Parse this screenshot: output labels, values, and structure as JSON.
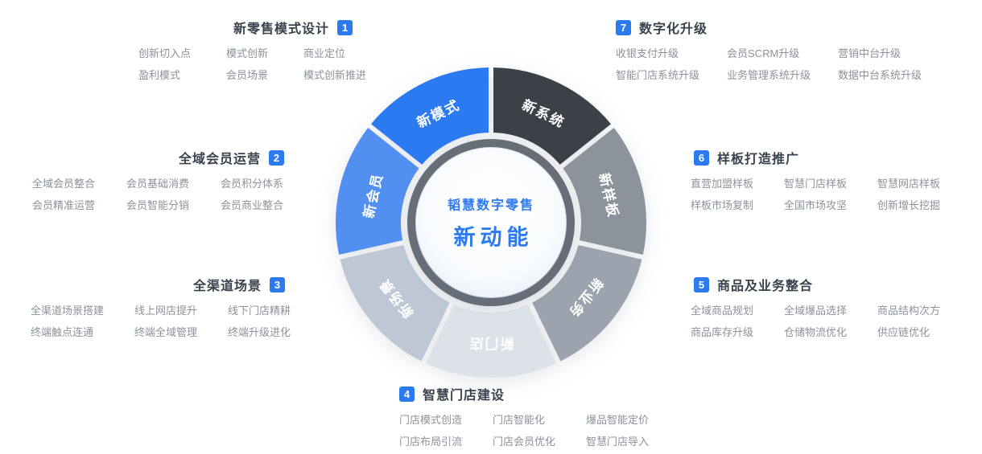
{
  "accent_color": "#2b7af0",
  "wheel": {
    "ring_color": "#696e76",
    "center": {
      "line1": "韬慧数字零售",
      "line2": "新动能"
    },
    "segments": [
      {
        "label": "新系统",
        "color": "#3c4148"
      },
      {
        "label": "新样板",
        "color": "#8c939c"
      },
      {
        "label": "新业务",
        "color": "#9ba3ae"
      },
      {
        "label": "新门店",
        "color": "#dde2e9"
      },
      {
        "label": "新场景",
        "color": "#bdc7d5"
      },
      {
        "label": "新会员",
        "color": "#5190f0"
      },
      {
        "label": "新模式",
        "color": "#2b7af0"
      }
    ]
  },
  "blocks": [
    {
      "number": "1",
      "title": "新零售模式设计",
      "items": [
        "创新切入点",
        "模式创新",
        "商业定位",
        "盈利模式",
        "会员场景",
        "模式创新推进"
      ]
    },
    {
      "number": "2",
      "title": "全域会员运营",
      "items": [
        "全域会员整合",
        "会员基础消费",
        "会员积分体系",
        "会员精准运营",
        "会员智能分销",
        "会员商业整合"
      ]
    },
    {
      "number": "3",
      "title": "全渠道场景",
      "items": [
        "全渠道场景搭建",
        "线上网店提升",
        "线下门店精耕",
        "终端触点连通",
        "终端全域管理",
        "终端升级进化"
      ]
    },
    {
      "number": "4",
      "title": "智慧门店建设",
      "items": [
        "门店模式创造",
        "门店智能化",
        "爆品智能定价",
        "门店布局引流",
        "门店会员优化",
        "智慧门店导入"
      ]
    },
    {
      "number": "5",
      "title": "商品及业务整合",
      "items": [
        "全域商品规划",
        "全域爆品选择",
        "商品结构次方",
        "商品库存升级",
        "仓储物流优化",
        "供应链优化"
      ]
    },
    {
      "number": "6",
      "title": "样板打造推广",
      "items": [
        "直营加盟样板",
        "智慧门店样板",
        "智慧网店样板",
        "样板市场复制",
        "全国市场攻坚",
        "创新增长挖掘"
      ]
    },
    {
      "number": "7",
      "title": "数字化升级",
      "items": [
        "收银支付升级",
        "会员SCRM升级",
        "营销中台升级",
        "智能门店系统升级",
        "业务管理系统升级",
        "数据中台系统升级"
      ]
    }
  ]
}
